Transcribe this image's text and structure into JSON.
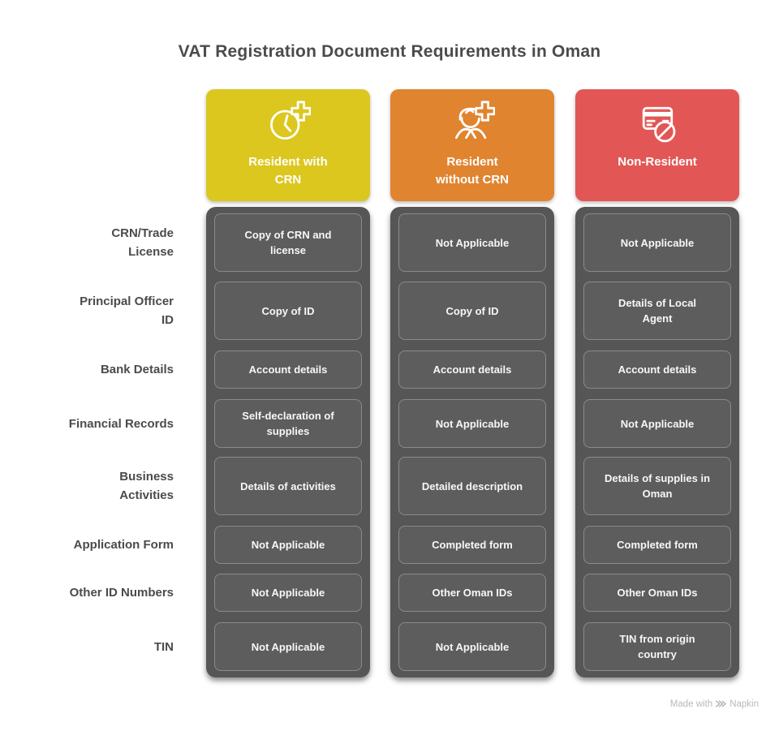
{
  "title": "VAT Registration Document Requirements in Oman",
  "columns": [
    {
      "label": "Resident with CRN",
      "icon": "clock-plus-icon",
      "color": "#dcc71f"
    },
    {
      "label": "Resident without CRN",
      "icon": "person-plus-icon",
      "color": "#e08430"
    },
    {
      "label": "Non-Resident",
      "icon": "card-blocked-icon",
      "color": "#e25755"
    }
  ],
  "rows": [
    {
      "label": "CRN/Trade License",
      "cells": [
        "Copy of CRN and license",
        "Not Applicable",
        "Not Applicable"
      ]
    },
    {
      "label": "Principal Officer ID",
      "cells": [
        "Copy of ID",
        "Copy of ID",
        "Details of Local Agent"
      ]
    },
    {
      "label": "Bank Details",
      "cells": [
        "Account details",
        "Account details",
        "Account details"
      ]
    },
    {
      "label": "Financial Records",
      "cells": [
        "Self-declaration of supplies",
        "Not Applicable",
        "Not Applicable"
      ]
    },
    {
      "label": "Business Activities",
      "cells": [
        "Details of activities",
        "Detailed description",
        "Details of supplies in Oman"
      ]
    },
    {
      "label": "Application Form",
      "cells": [
        "Not Applicable",
        "Completed form",
        "Completed form"
      ]
    },
    {
      "label": "Other ID Numbers",
      "cells": [
        "Not Applicable",
        "Other Oman IDs",
        "Other Oman IDs"
      ]
    },
    {
      "label": "TIN",
      "cells": [
        "Not Applicable",
        "Not Applicable",
        "TIN from origin country"
      ]
    }
  ],
  "footer": {
    "made_with": "Made with",
    "brand": "Napkin"
  },
  "colors": {
    "column_body": "#565656",
    "cell_fill": "#5d5d5d",
    "cell_border": "#8a8a8a",
    "heading_text": "#4b4b4b",
    "cell_text": "#f7f7f7",
    "footer_text": "#b9b9b9"
  }
}
